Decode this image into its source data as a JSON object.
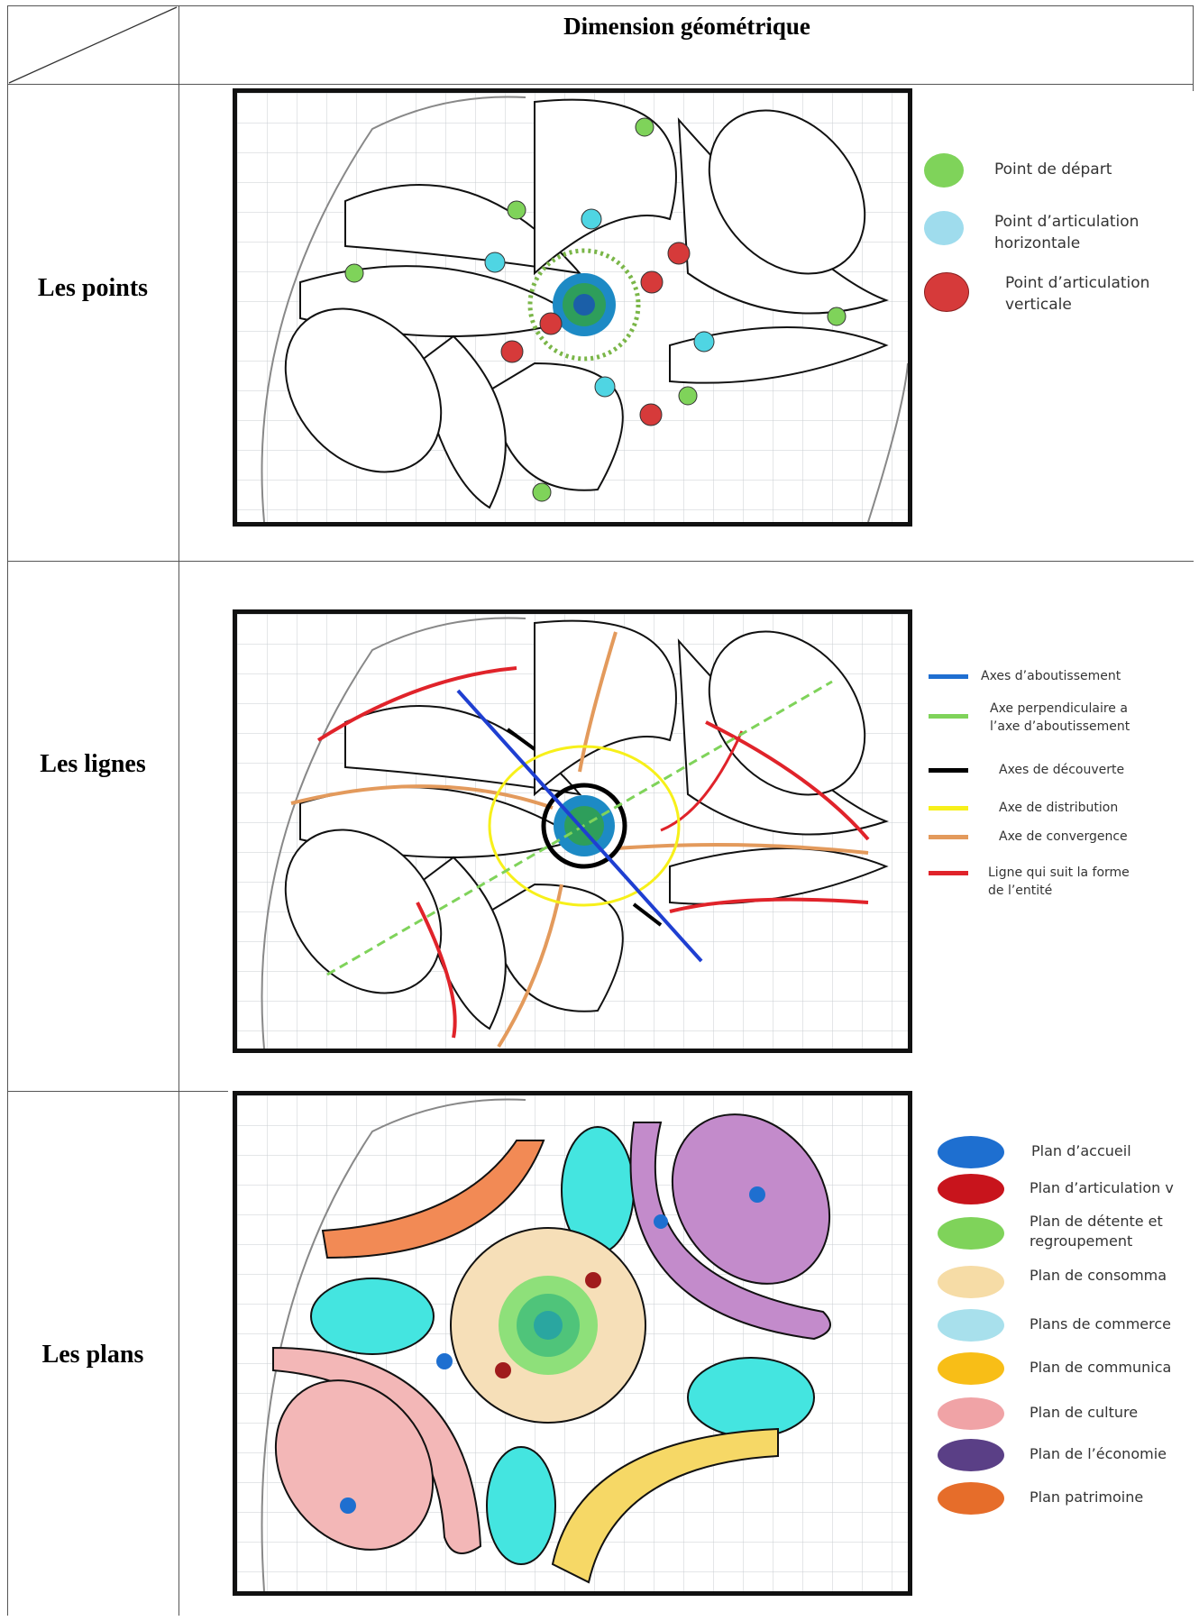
{
  "header": {
    "title": "Dimension géométrique"
  },
  "rows": [
    {
      "label": "Les points"
    },
    {
      "label": "Les lignes"
    },
    {
      "label": "Les plans"
    }
  ],
  "legend_points": [
    {
      "label": "Point de départ",
      "color": "#7fd35a"
    },
    {
      "label": "Point d’articulation\nhorizontale",
      "color": "#9fdced"
    },
    {
      "label": "Point d’articulation\nverticale",
      "color": "#d63a3a"
    }
  ],
  "legend_lines": [
    {
      "label": "Axes d’aboutissement",
      "color": "#1f6fd1"
    },
    {
      "label": "Axe perpendiculaire a\nl’axe d’aboutissement",
      "color": "#7fd35a"
    },
    {
      "label": "Axes de découverte",
      "color": "#000000"
    },
    {
      "label": "Axe de distribution",
      "color": "#f7f01a"
    },
    {
      "label": "Axe de convergence",
      "color": "#e39a5c"
    },
    {
      "label": "Ligne qui suit la forme\nde l’entité",
      "color": "#e0232a"
    }
  ],
  "legend_plans": [
    {
      "label": "Plan d’accueil",
      "color": "#1e6fd0"
    },
    {
      "label": "Plan d’articulation v",
      "color": "#c8141c"
    },
    {
      "label": "Plan de détente et\nregroupement",
      "color": "#7fd35a"
    },
    {
      "label": "Plan de consomma",
      "color": "#f6dca6"
    },
    {
      "label": "Plans de commerce",
      "color": "#a8e0ec"
    },
    {
      "label": "Plan de communica",
      "color": "#f8be17"
    },
    {
      "label": "Plan de culture",
      "color": "#f0a3a6"
    },
    {
      "label": "Plan de l’économie",
      "color": "#5a3f86"
    },
    {
      "label": "Plan patrimoine",
      "color": "#e66d2a"
    }
  ],
  "plan_colors": {
    "pink": "#f3b7b7",
    "cyan": "#44e5e0",
    "orange": "#f28a55",
    "purple": "#c38bcb",
    "yellow": "#f6d866",
    "beige": "#f6dfb8",
    "green": "#8ee07a"
  }
}
